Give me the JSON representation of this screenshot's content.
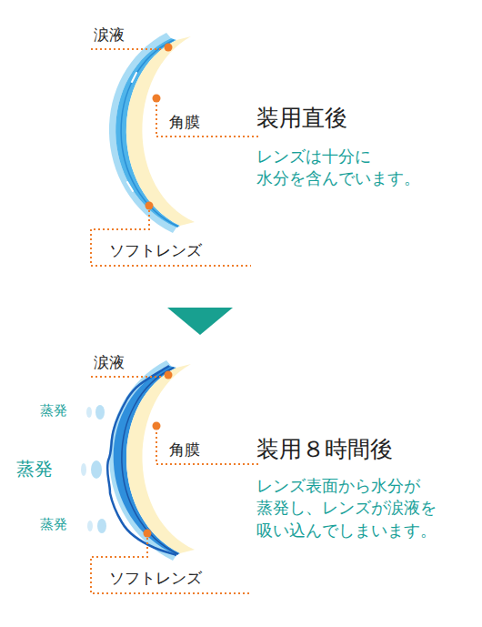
{
  "diagram": {
    "labels": [
      "涙液",
      "角膜",
      "装用直後",
      "レンズは十分に 水分を含んでいます。",
      "ソフトレンズ",
      "涙液",
      "蒸発",
      "角膜",
      "蒸発",
      "装用８時間後",
      "レンズ表面から水分が 蒸発し、レンズが涙液を 吸い込んでしまいます。",
      "蒸発",
      "ソフトレンズ"
    ]
  }
}
